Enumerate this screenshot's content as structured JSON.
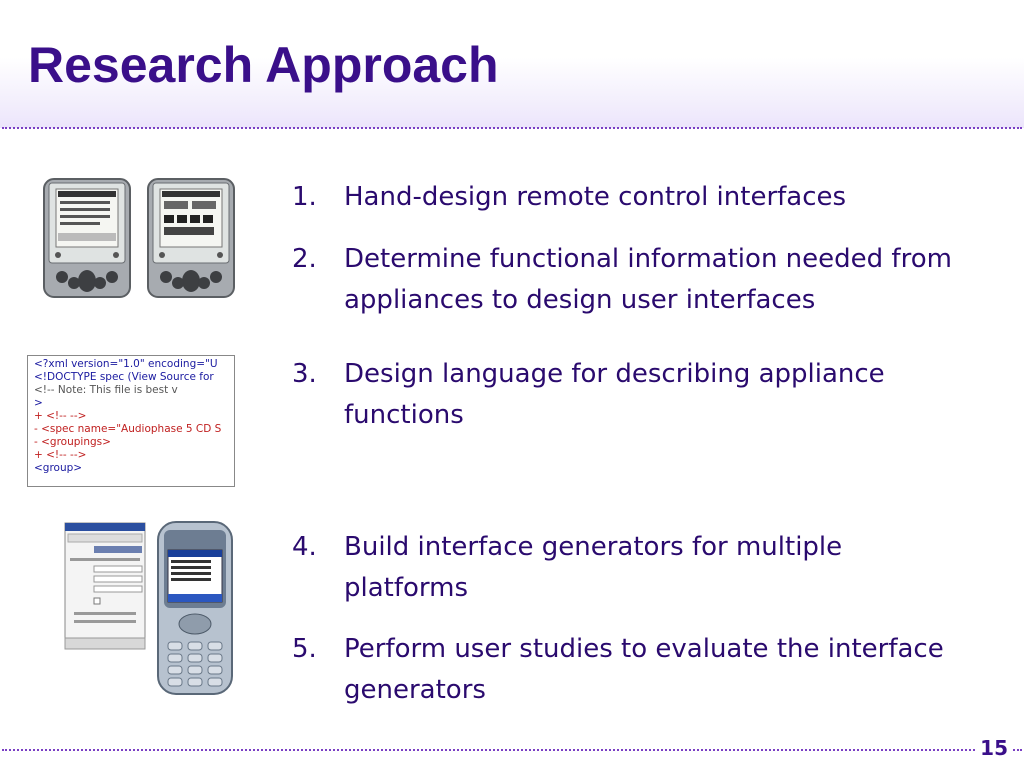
{
  "slide": {
    "title": "Research Approach",
    "page_number": "15"
  },
  "points": [
    {
      "number": "1.",
      "text": "Hand-design remote control interfaces"
    },
    {
      "number": "2.",
      "text": "Determine functional information needed from appliances to design user interfaces"
    },
    {
      "number": "3.",
      "text": "Design language for describing appliance functions"
    },
    {
      "number": "4.",
      "text": "Build interface generators for multiple platforms"
    },
    {
      "number": "5.",
      "text": "Perform user studies to evaluate the interface generators"
    }
  ],
  "xml_snippet": {
    "lines": [
      "<?xml version=\"1.0\" encoding=\"U",
      "<!DOCTYPE spec (View Source for",
      "<!--  Note: This file is best v",
      ">",
      "+ <!--   -->",
      "- <spec name=\"Audiophase 5 CD S",
      "  - <groupings>",
      "    + <!--   -->",
      "      <group>"
    ]
  },
  "colors": {
    "title": "#3a0f8a",
    "body_text": "#2a0a6e",
    "rule": "#7a3fc4",
    "title_band": "#ece5fb"
  },
  "icons": [
    "palm-pda-icon",
    "pocket-pc-icon",
    "mobile-phone-icon"
  ]
}
